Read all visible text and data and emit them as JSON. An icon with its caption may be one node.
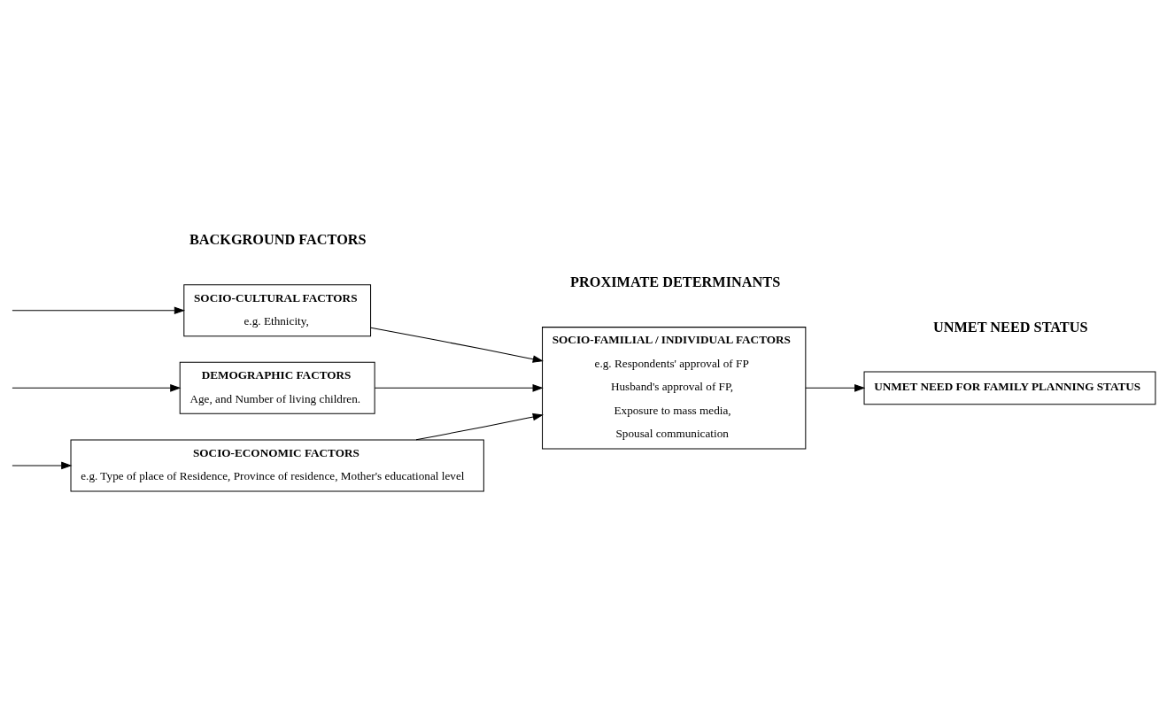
{
  "diagram": {
    "nodes": [
      {
        "text": [
          "SOCIO-ECONOMIC FACTORS",
          "e.g. Type of place of Residence, Province of residence, Mother's educational level"
        ]
      },
      {
        "text": [
          "SOCIO-CULTURAL FACTORS",
          "e.g. Ethnicity,"
        ]
      },
      {
        "text": [
          "DEMOGRAPHIC FACTORS",
          "Age, and Number of living children."
        ]
      },
      {
        "text": [
          "SOCIO-FAMILIAL / INDIVIDUAL FACTORS",
          "e.g. Respondents' approval of FP",
          "Husband's approval of FP,",
          "Exposure to mass media,",
          "Spousal communication"
        ]
      },
      {
        "text": [
          "UNMET NEED FOR FAMILY PLANNING STATUS"
        ]
      }
    ],
    "edges": [
      {
        "from": null,
        "to": 0,
        "arrow": "to"
      },
      {
        "from": null,
        "to": 1,
        "arrow": "to"
      },
      {
        "from": null,
        "to": 2,
        "arrow": "to"
      },
      {
        "from": 0,
        "to": 3,
        "arrow": "to"
      },
      {
        "from": 1,
        "to": 3,
        "arrow": "to"
      },
      {
        "from": 2,
        "to": 3,
        "arrow": "to"
      },
      {
        "from": 3,
        "to": 4,
        "arrow": "to"
      }
    ],
    "labels": [
      "BACKGROUND FACTORS",
      "PROXIMATE DETERMINANTS",
      "UNMET NEED STATUS"
    ]
  }
}
